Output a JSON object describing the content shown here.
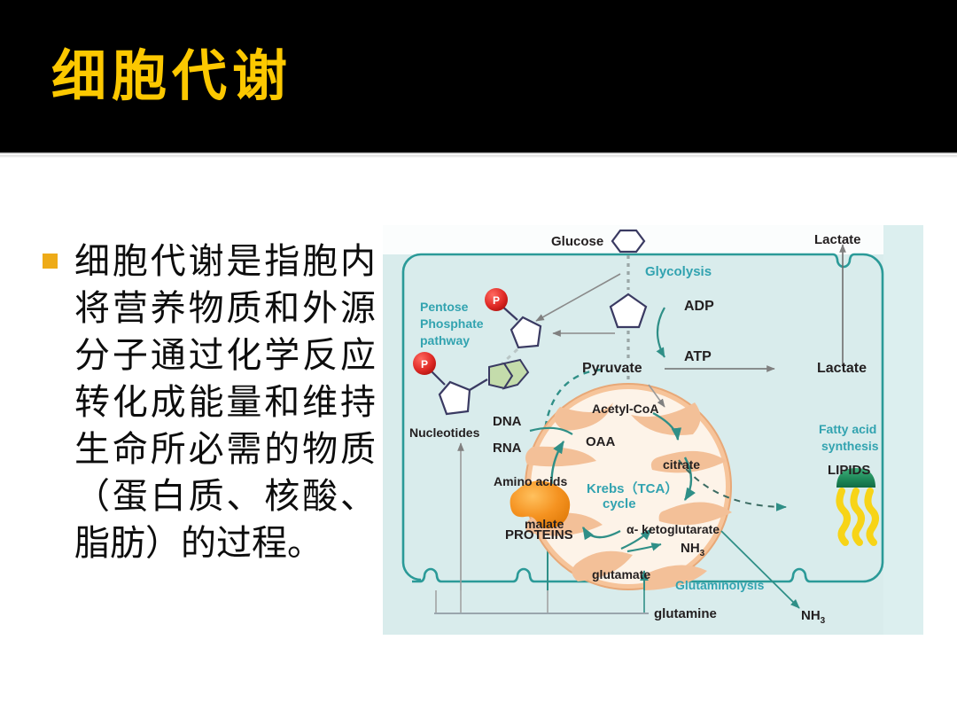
{
  "slide": {
    "title": "细胞代谢",
    "bullet_text": "细胞代谢是指胞内将营养物质和外源分子通过化学反应转化成能量和维持生命所必需的物质（蛋白质、核酸、脂肪）的过程。",
    "bullet_marker": "square-bullet"
  },
  "colors": {
    "banner_background": "#000000",
    "title_gold": "#fcc800",
    "bullet_marker": "#eeab18",
    "body_text": "#0d0d0d",
    "figure_background": "#d9ecec",
    "membrane_teal": "#2b9a98",
    "pathway_label_teal": "#32a3b0",
    "mitochondrion_fill": "#fdf3e8",
    "cristae_peach": "#f0b88a",
    "phosphate_red": "#e02b27",
    "protein_orange": "#f59321",
    "lipid_green": "#1f8a5a",
    "lipid_yellow": "#f7d417",
    "nucleobase_green": "#b9d8a0",
    "ring_navy": "#3a3a62",
    "arrow_gray": "#808080",
    "arrow_teal": "#2f8f87"
  },
  "figure": {
    "caption_labels": {
      "glucose": "Glucose",
      "glycolysis": "Glycolysis",
      "adp": "ADP",
      "atp": "ATP",
      "pyruvate": "Pyruvate",
      "lactate_out": "Lactate",
      "lactate_in": "Lactate",
      "pentose_phosphate_pathway_line1": "Pentose",
      "pentose_phosphate_pathway_line2": "Phosphate",
      "pentose_phosphate_pathway_line3": "pathway",
      "nucleotides": "Nucleotides",
      "dna": "DNA",
      "rna": "RNA",
      "amino_acids": "Amino acids",
      "proteins": "PROTEINS",
      "acetyl_coa": "Acetyl-CoA",
      "oaa": "OAA",
      "citrate": "citrate",
      "krebs_line1": "Krebs（TCA）",
      "krebs_line2": "cycle",
      "malate": "malate",
      "alpha_ketoglutarate": "α- ketoglutarate",
      "nh3_mito": "NH",
      "nh3_mito_sub": "3",
      "glutamate": "glutamate",
      "fatty_acid_line1": "Fatty acid",
      "fatty_acid_line2": "synthesis",
      "lipids": "LIPIDS",
      "glutaminolysis": "Glutaminolysis",
      "glutamine": "glutamine",
      "nh3_out": "NH",
      "nh3_out_sub": "3",
      "phosphate_group": "P"
    }
  }
}
